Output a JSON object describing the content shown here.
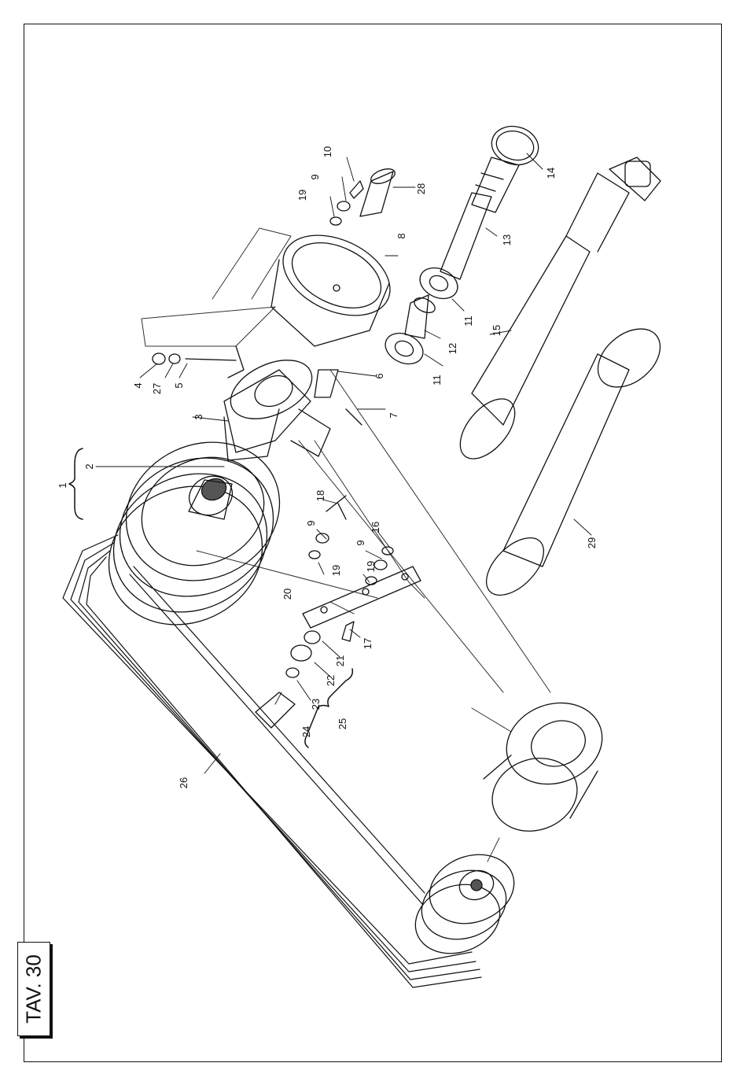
{
  "plate": {
    "code": "TAV. 30"
  },
  "callouts": {
    "c1": "1",
    "c2": "2",
    "c3": "3",
    "c4": "4",
    "c5": "5",
    "c6": "6",
    "c7": "7",
    "c8": "8",
    "c9a": "9",
    "c9b": "9",
    "c9c": "9",
    "c10": "10",
    "c11a": "11",
    "c11b": "11",
    "c12": "12",
    "c13": "13",
    "c14": "14",
    "c15": "15",
    "c16": "16",
    "c17": "17",
    "c18": "18",
    "c19a": "19",
    "c19b": "19",
    "c19c": "19",
    "c20": "20",
    "c21": "21",
    "c22": "22",
    "c23": "23",
    "c24": "24",
    "c25": "25",
    "c26": "26",
    "c27": "27",
    "c28": "28",
    "c29": "29"
  },
  "colors": {
    "ink": "#111111",
    "paper": "#ffffff",
    "shade": "#555555"
  }
}
